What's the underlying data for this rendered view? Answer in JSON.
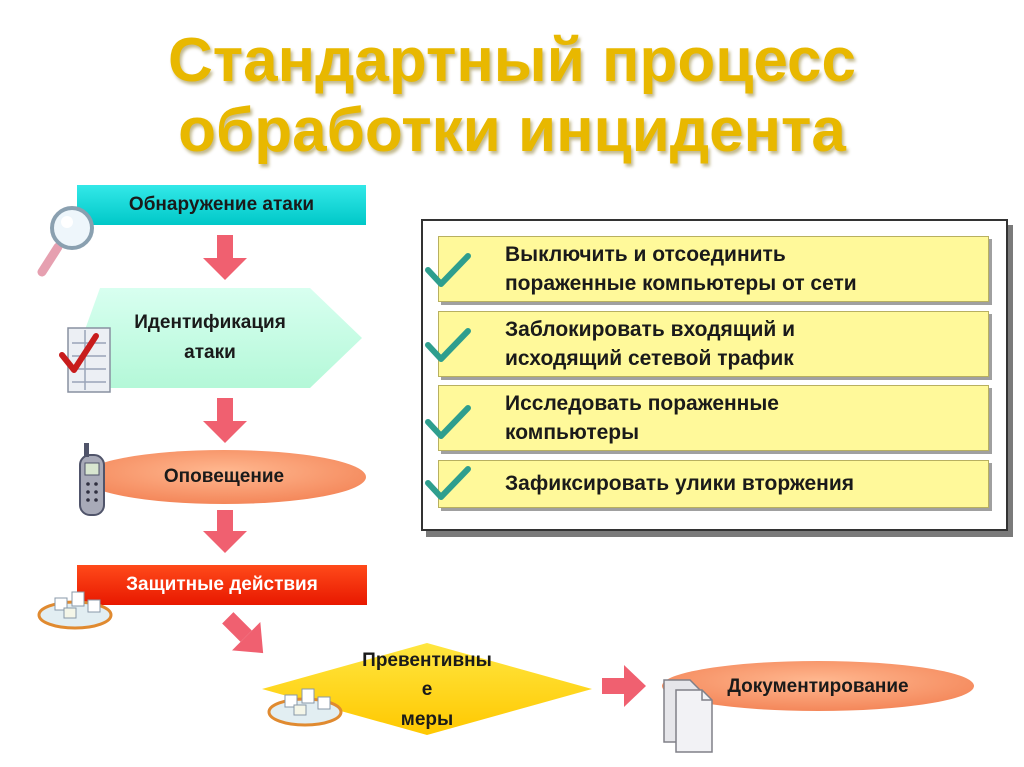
{
  "title": {
    "line1": "Стандартный процесс",
    "line2": "обработки инцидента"
  },
  "steps": [
    {
      "label": "Обнаружение атаки",
      "shape": "rectangle",
      "color": "#00d8d8"
    },
    {
      "label": "Идентификация атаки",
      "line1": "Идентификация",
      "line2": "атаки",
      "shape": "hexagon",
      "color": "#c8ffe0"
    },
    {
      "label": "Оповещение",
      "shape": "ellipse",
      "color": "#f99b6a"
    },
    {
      "label": "Защитные действия",
      "shape": "rectangle",
      "color": "#ff2a00"
    },
    {
      "label": "Превентивные меры",
      "line1": "Превентивны",
      "line2": "е",
      "line3": "меры",
      "shape": "diamond",
      "color": "#ffd700"
    },
    {
      "label": "Документирование",
      "shape": "ellipse",
      "color": "#f99b6a"
    }
  ],
  "actions": [
    {
      "line1": "Выключить и отсоединить",
      "line2": "пораженные компьютеры от сети"
    },
    {
      "line1": "Заблокировать входящий и",
      "line2": "исходящий сетевой трафик"
    },
    {
      "line1": "Исследовать пораженные",
      "line2": "компьютеры"
    },
    {
      "line1": "Зафиксировать улики вторжения"
    }
  ],
  "icons": [
    "magnifier-icon",
    "checklist-icon",
    "mobile-phone-icon",
    "network-icon",
    "network-icon",
    "documents-icon",
    "checkmark-icon"
  ],
  "colors": {
    "title": "#e8b800",
    "arrow": "#f06070",
    "action_fill": "#fff99a",
    "check": "#2e9e8e"
  }
}
